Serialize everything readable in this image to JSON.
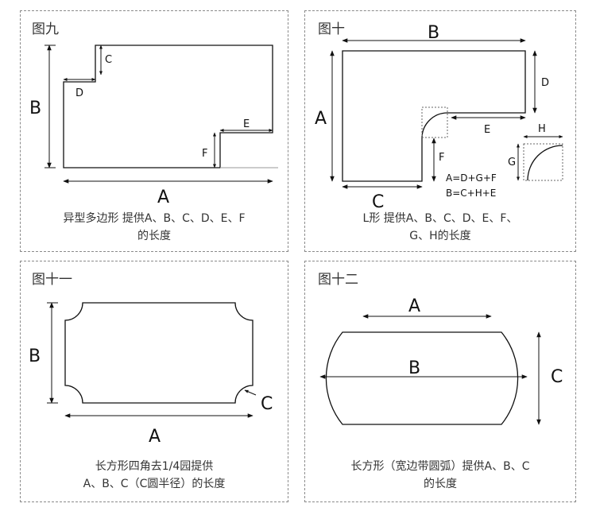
{
  "fig9": {
    "title": "图九",
    "labels": {
      "A": "A",
      "B": "B",
      "C": "C",
      "D": "D",
      "E": "E",
      "F": "F"
    },
    "caption_line1": "异型多边形 提供A、B、C、D、E、F",
    "caption_line2": "的长度"
  },
  "fig10": {
    "title": "图十",
    "labels": {
      "A": "A",
      "B": "B",
      "C": "C",
      "D": "D",
      "E": "E",
      "F": "F",
      "G": "G",
      "H": "H"
    },
    "formula1": "A=D+G+F",
    "formula2": "B=C+H+E",
    "caption_line1": "L形  提供A、B、C、D、E、F、",
    "caption_line2": "G、H的长度"
  },
  "fig11": {
    "title": "图十一",
    "labels": {
      "A": "A",
      "B": "B",
      "C": "C"
    },
    "caption_line1": "长方形四角去1/4园提供",
    "caption_line2": "A、B、C（C圆半径）的长度"
  },
  "fig12": {
    "title": "图十二",
    "labels": {
      "A": "A",
      "B": "B",
      "C": "C"
    },
    "caption_line1": "长方形（宽边带圆弧）提供A、B、C",
    "caption_line2": "的长度"
  },
  "colors": {
    "line": "#111111",
    "border": "#8a8a8a"
  }
}
